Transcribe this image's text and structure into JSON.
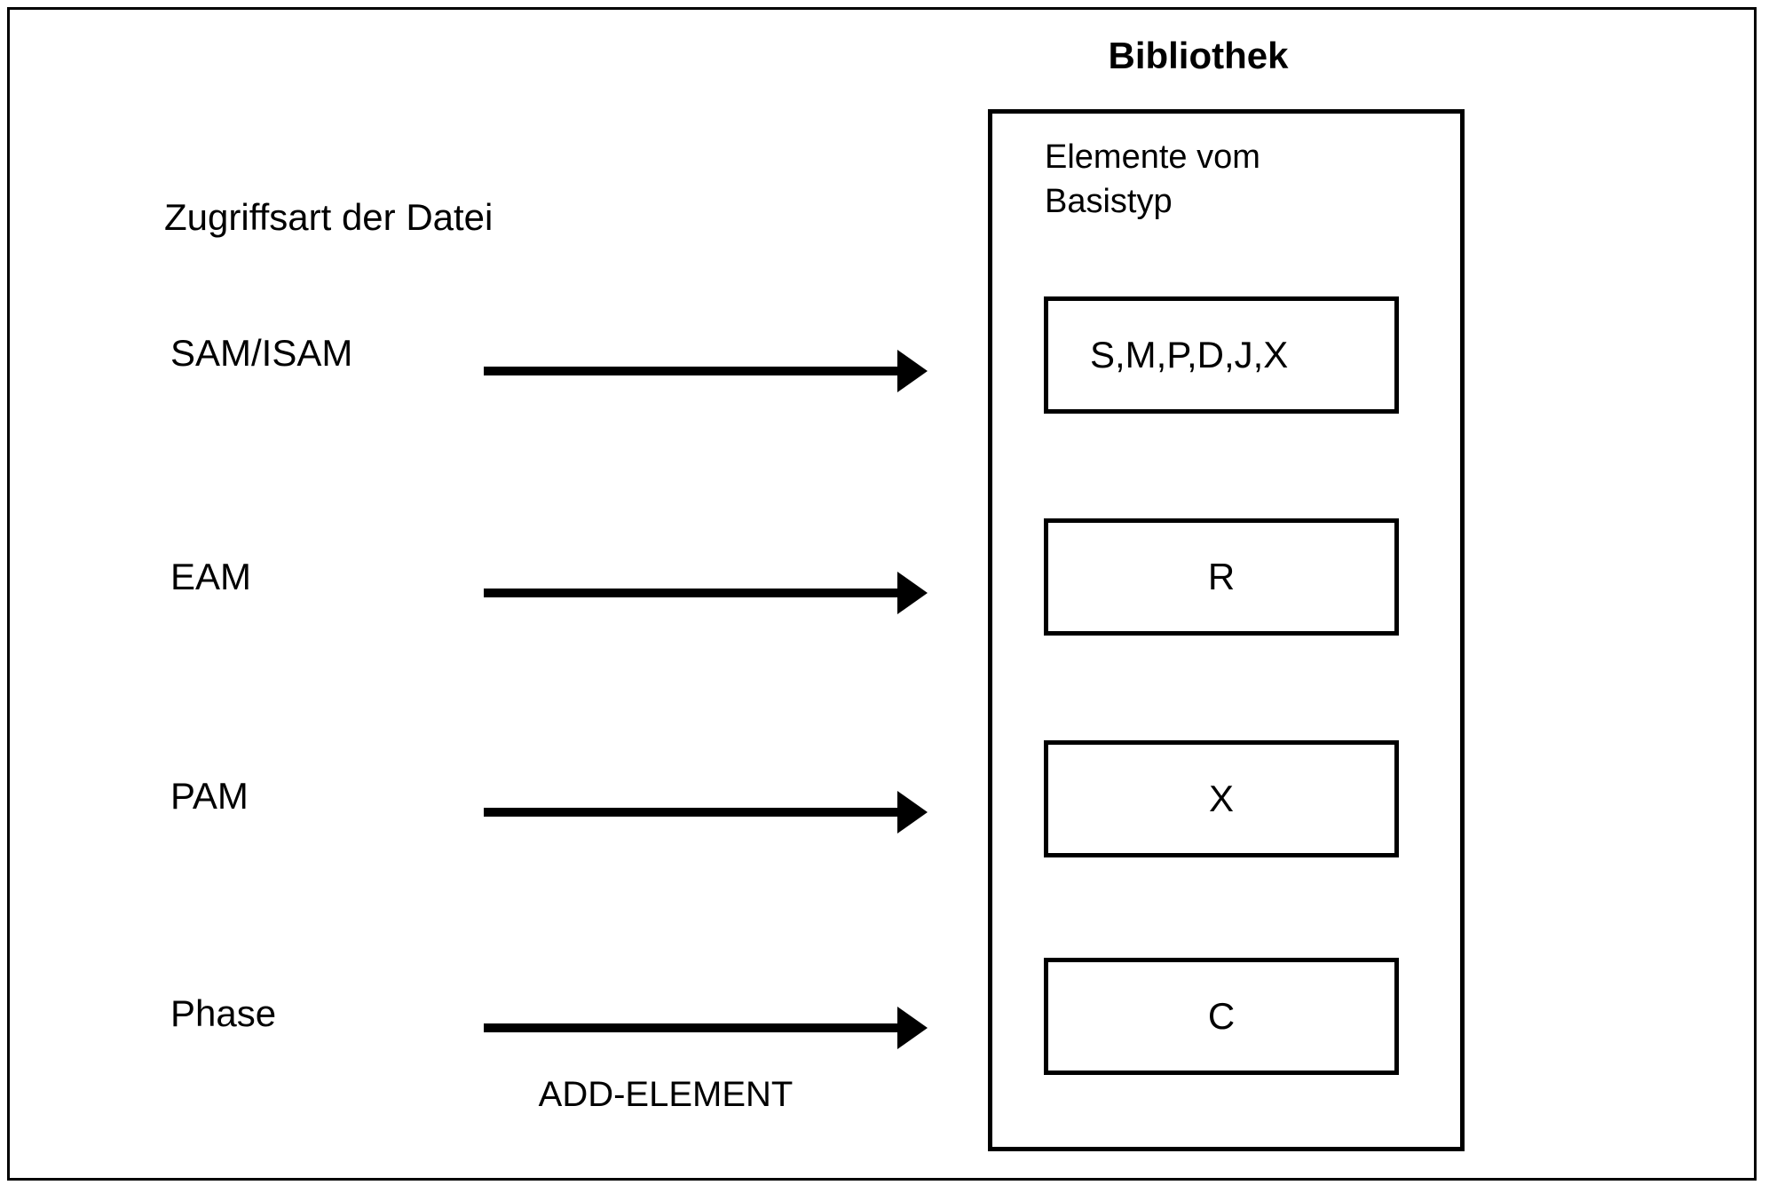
{
  "diagram": {
    "title": "Bibliothek",
    "left_column_heading": "Zugriffsart der Datei",
    "library_heading_line1": "Elemente vom",
    "library_heading_line2": "Basistyp",
    "command_label": "ADD-ELEMENT",
    "rows": [
      {
        "access_method": "SAM/ISAM",
        "element_types": "S,M,P,D,J,X"
      },
      {
        "access_method": "EAM",
        "element_types": "R"
      },
      {
        "access_method": "PAM",
        "element_types": "X"
      },
      {
        "access_method": "Phase",
        "element_types": "C"
      }
    ]
  }
}
